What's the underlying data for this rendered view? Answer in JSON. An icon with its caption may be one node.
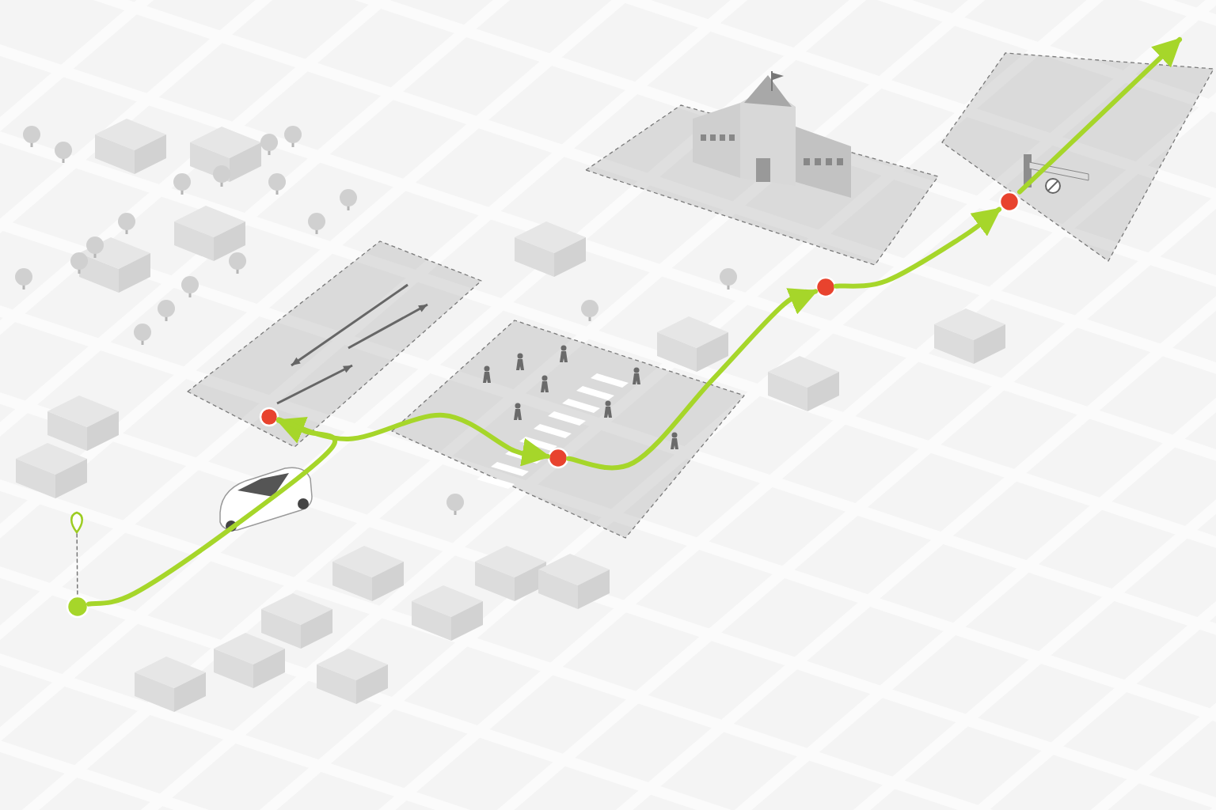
{
  "diagram": {
    "nodes": [
      {
        "text": [],
        "shape": "circle"
      },
      {
        "text": [],
        "shape": "box"
      },
      {
        "text": [],
        "shape": "circle",
        "in": 1
      },
      {
        "text": [],
        "shape": "box"
      },
      {
        "text": [],
        "shape": "circle",
        "in": 3
      },
      {
        "text": [],
        "shape": "circle"
      },
      {
        "text": [],
        "shape": "box"
      },
      {
        "text": [],
        "shape": "box"
      },
      {
        "text": [],
        "shape": "circle",
        "in": 7
      },
      {
        "text": [],
        "shape": "pin"
      }
    ],
    "edges": [
      {
        "from": 0,
        "to": 2,
        "arrow": "to"
      },
      {
        "from": 2,
        "to": 4,
        "arrow": "to"
      },
      {
        "from": 4,
        "to": 5,
        "arrow": "to"
      },
      {
        "from": 5,
        "to": 8,
        "arrow": "to"
      },
      {
        "from": 8,
        "to": null,
        "arrow": "to"
      },
      {
        "from": 9,
        "to": 0,
        "arrow": "none",
        "style": "dashed",
        "color": "#777777"
      }
    ]
  }
}
